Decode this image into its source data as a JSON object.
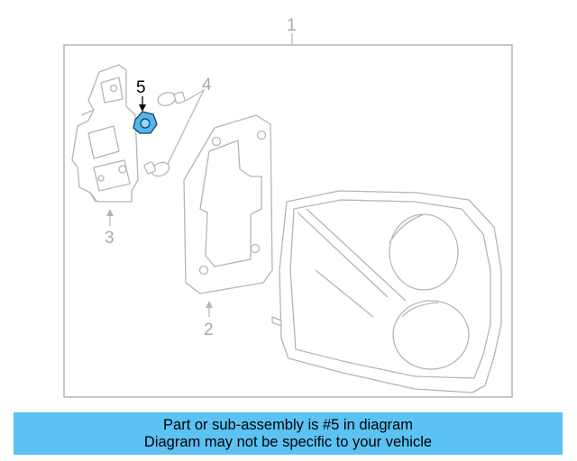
{
  "diagram": {
    "callouts": {
      "assembly": "1",
      "gasket": "2",
      "bulb_holder": "3",
      "bulbs": "4",
      "highlighted_part": "5"
    },
    "highlight_color": "#4fb9f1"
  },
  "banner": {
    "line1": "Part or sub-assembly is #5 in diagram",
    "line2": "Diagram may not be specific to your vehicle",
    "background": "#5bc2f3"
  }
}
